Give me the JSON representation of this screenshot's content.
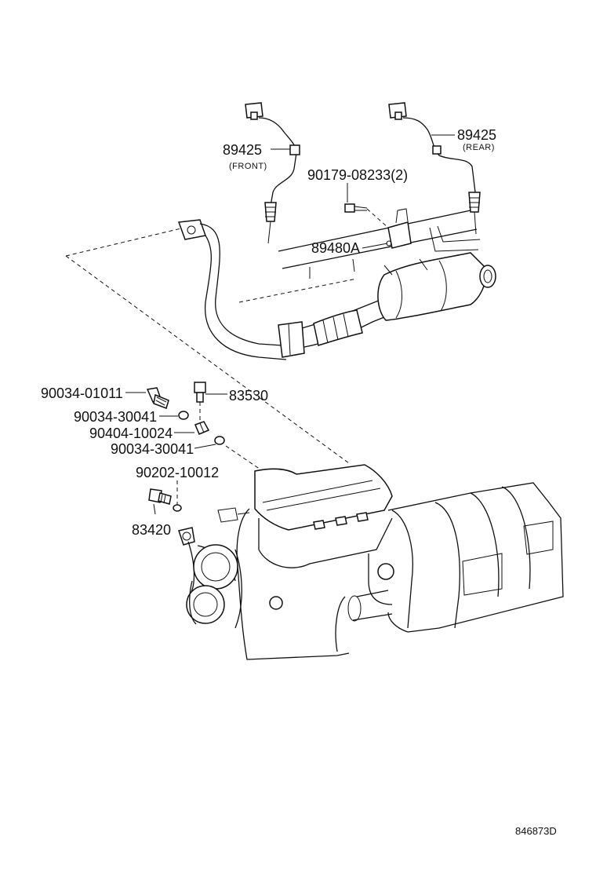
{
  "labels": {
    "sensor_front_num": "89425",
    "sensor_front_note": "(FRONT)",
    "sensor_rear_num": "89425",
    "sensor_rear_note": "(REAR)",
    "bolt_qty": "90179-08233(2)",
    "bracket": "89480A",
    "union_bolt": "90034-01011",
    "gasket_a": "90034-30041",
    "union": "90404-10024",
    "gasket_b": "90034-30041",
    "switch_a": "83530",
    "gasket_c": "90202-10012",
    "switch_b": "83420"
  },
  "diagram_ref": "846873D"
}
